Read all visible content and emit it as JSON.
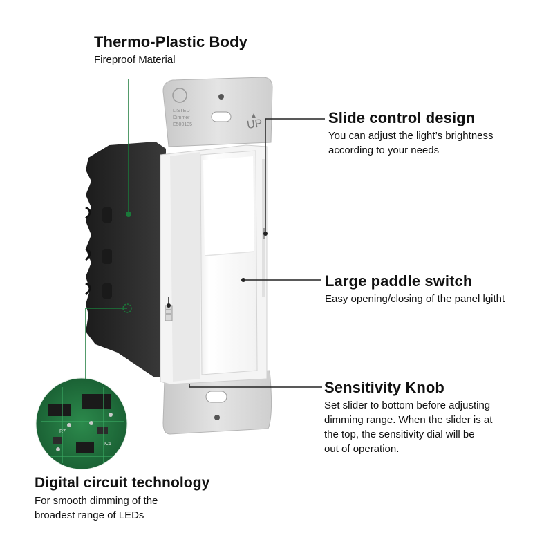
{
  "callouts": {
    "body": {
      "title": "Thermo-Plastic Body",
      "description": "Fireproof Material"
    },
    "slide": {
      "title": "Slide control design",
      "description_lines": [
        "You can adjust the light’s brightness",
        "according to your needs"
      ]
    },
    "paddle": {
      "title": "Large paddle switch",
      "description": "Easy opening/closing of the panel lgitht"
    },
    "knob": {
      "title": "Sensitivity Knob",
      "description_lines": [
        "Set slider to bottom before adjusting",
        "dimming range. When the slider is at",
        "the top, the sensitivity dial will be",
        "out of operation."
      ]
    },
    "circuit": {
      "title": "Digital circuit technology",
      "description_lines": [
        "For smooth dimming of the",
        "broadest range of LEDs"
      ]
    }
  },
  "plate_markings": {
    "up": "UP",
    "arrow": "▲",
    "listed": "LISTED",
    "code_1": "Dimmer",
    "code_2": "E500135",
    "circuit_1": "R7",
    "circuit_2": "IC5"
  },
  "colors": {
    "leader_line": "#1a7a3a",
    "body": "#262626",
    "plate": "#d6d6d6",
    "paddle": "#fbfbfb",
    "pcb": "#1f6b3a"
  },
  "icons": [
    "dimmer-switch",
    "circuit-board"
  ]
}
